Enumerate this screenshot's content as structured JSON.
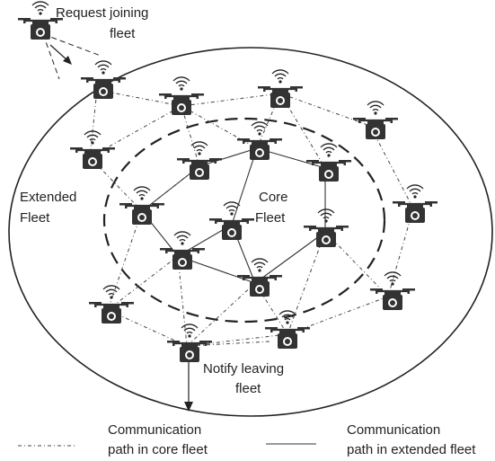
{
  "labels": {
    "request_line1": "Request joining",
    "request_line2": "fleet",
    "extended_line1": "Extended",
    "extended_line2": "Fleet",
    "core_line1": "Core",
    "core_line2": "Fleet",
    "notify_line1": "Notify leaving",
    "notify_line2": "fleet"
  },
  "legend": {
    "core_line1": "Communication",
    "core_line2": "path in core fleet",
    "extended_line1": "Communication",
    "extended_line2": "path in extended fleet"
  },
  "colors": {
    "stroke": "#222222",
    "drone_body": "#333333",
    "background": "#ffffff"
  },
  "icons": [
    "drone-icon",
    "wifi-signal-icon"
  ]
}
